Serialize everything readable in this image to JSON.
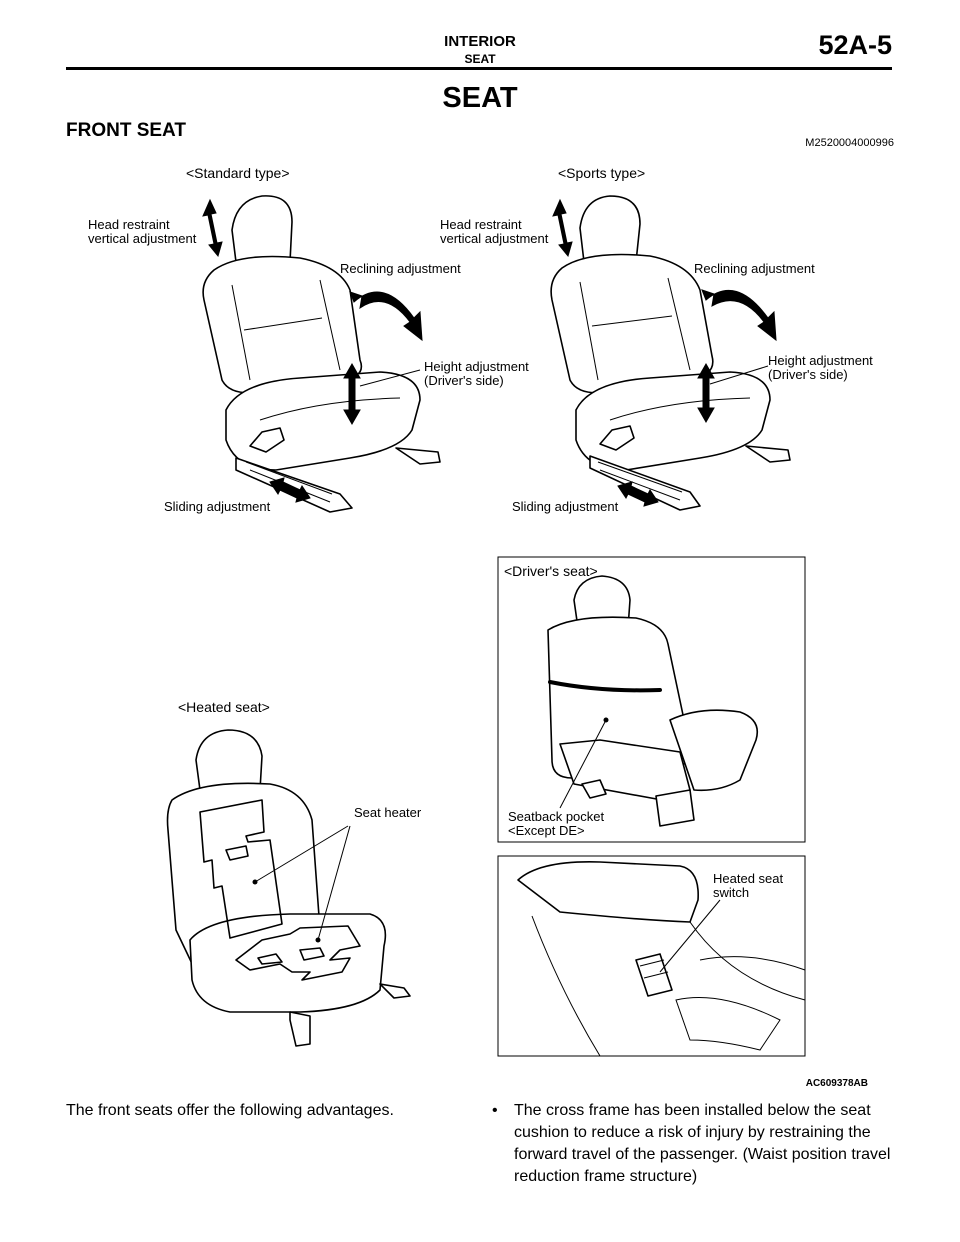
{
  "header": {
    "section": "INTERIOR",
    "subsection": "SEAT",
    "page": "52A-5"
  },
  "title": "SEAT",
  "section_title": "FRONT SEAT",
  "ref_code": "M2520004000996",
  "figure": {
    "code": "AC609378AB",
    "standard": {
      "caption": "<Standard type>",
      "head_restraint": "Head restraint\nvertical adjustment",
      "reclining": "Reclining adjustment",
      "height": "Height adjustment\n(Driver's side)",
      "sliding": "Sliding adjustment"
    },
    "sports": {
      "caption": "<Sports type>",
      "head_restraint": "Head restraint\nvertical adjustment",
      "reclining": "Reclining adjustment",
      "height": "Height adjustment\n(Driver's side)",
      "sliding": "Sliding adjustment"
    },
    "heated": {
      "caption": "<Heated seat>",
      "seat_heater": "Seat heater"
    },
    "drivers": {
      "caption": "<Driver's seat>",
      "pocket": "Seatback pocket\n<Except DE>"
    },
    "switch": {
      "label": "Heated seat\nswitch"
    }
  },
  "body": {
    "left": "The front seats offer the following advantages.",
    "bullet_symbol": "•",
    "bullet": "The cross frame has been installed below the seat cushion to reduce a risk of injury by restraining the forward travel of the passenger. (Waist position travel reduction frame structure)"
  }
}
